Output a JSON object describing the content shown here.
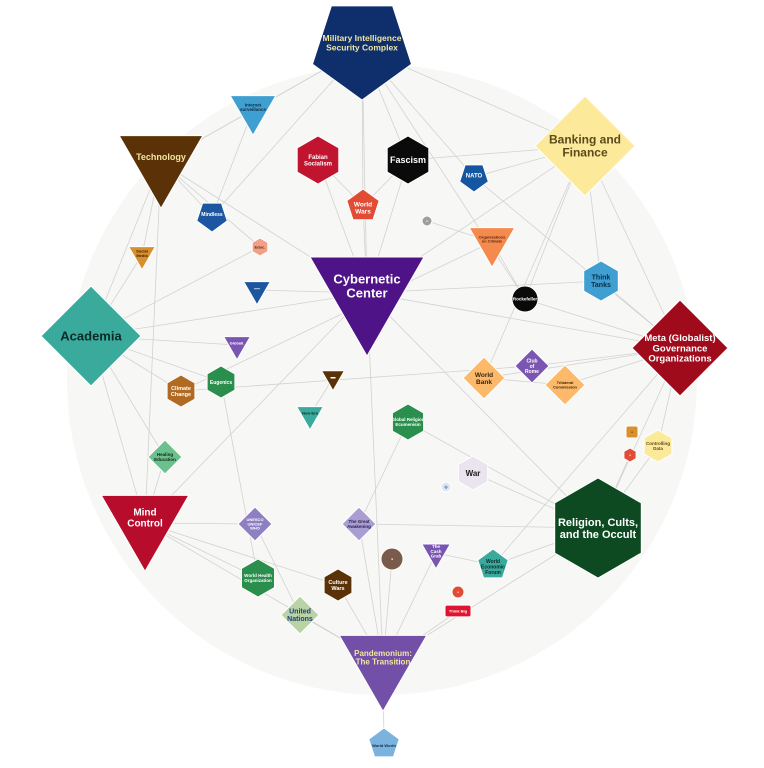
{
  "nodes": [
    {
      "id": "military",
      "label": [
        "Military Intelligence",
        "Security Complex"
      ],
      "color": "#0e2f6b",
      "text": "#f2e6a0"
    },
    {
      "id": "internet",
      "label": [
        "Internet",
        "surveillance"
      ],
      "color": "#3f9fd0",
      "text": "#0b2b45"
    },
    {
      "id": "technology",
      "label": [
        "Technology"
      ],
      "color": "#5b3208",
      "text": "#f2e6a0"
    },
    {
      "id": "fabian",
      "label": [
        "Fabian",
        "Socialism"
      ],
      "color": "#c0142f",
      "text": "#ffffff"
    },
    {
      "id": "fascism",
      "label": [
        "Fascism"
      ],
      "color": "#0a0a0a",
      "text": "#ffffff"
    },
    {
      "id": "nato",
      "label": [
        "NATO"
      ],
      "color": "#1456a0",
      "text": "#ffffff"
    },
    {
      "id": "banking",
      "label": [
        "Banking and",
        "Finance"
      ],
      "color": "#fde99a",
      "text": "#5b4a1a"
    },
    {
      "id": "world-wars",
      "label": [
        "World",
        "Wars"
      ],
      "color": "#e24c35",
      "text": "#ffffff"
    },
    {
      "id": "mindless",
      "label": [
        "Mindless"
      ],
      "color": "#1d56a0",
      "text": "#ffffff"
    },
    {
      "id": "tiny-grey",
      "label": [
        "●"
      ],
      "color": "#9e9e9e",
      "text": "#ffffff"
    },
    {
      "id": "org-climate",
      "label": [
        "Organizations",
        "on Climate"
      ],
      "color": "#f58a4e",
      "text": "#5a2a10"
    },
    {
      "id": "social-media",
      "label": [
        "Social",
        "Media"
      ],
      "color": "#d98f2c",
      "text": "#3a2410"
    },
    {
      "id": "salmon",
      "label": [
        "Educ."
      ],
      "color": "#f2a085",
      "text": "#5a2a10"
    },
    {
      "id": "cybernetic",
      "label": [
        "Cybernetic",
        "Center"
      ],
      "color": "#4e1487",
      "text": "#ffffff"
    },
    {
      "id": "think-tanks",
      "label": [
        "Think",
        "Tanks"
      ],
      "color": "#3f9fd0",
      "text": "#0b2b45"
    },
    {
      "id": "blue-tri",
      "label": [
        "—"
      ],
      "color": "#1d56a0",
      "text": "#ffffff"
    },
    {
      "id": "black-circle",
      "label": [
        "Rockefeller"
      ],
      "color": "#0a0a0a",
      "text": "#ffffff"
    },
    {
      "id": "academia",
      "label": [
        "Academia"
      ],
      "color": "#3aaa9c",
      "text": "#0b2a28"
    },
    {
      "id": "meta",
      "label": [
        "Meta (Globalist)",
        "Governance",
        "Organizations"
      ],
      "color": "#a00b1c",
      "text": "#ffffff"
    },
    {
      "id": "purple-small",
      "label": [
        "Globali."
      ],
      "color": "#7a55b2",
      "text": "#ffffff"
    },
    {
      "id": "club-rome",
      "label": [
        "Club",
        "of",
        "Rome"
      ],
      "color": "#7a55b2",
      "text": "#ffffff"
    },
    {
      "id": "climate-change",
      "label": [
        "Climate",
        "Change"
      ],
      "color": "#b06a22",
      "text": "#ffffff"
    },
    {
      "id": "eugenics",
      "label": [
        "Eugenics"
      ],
      "color": "#2a8f4d",
      "text": "#ffffff"
    },
    {
      "id": "brown-tri",
      "label": [
        "▬"
      ],
      "color": "#5b3208",
      "text": "#ffffff"
    },
    {
      "id": "world-bank",
      "label": [
        "World",
        "Bank"
      ],
      "color": "#fcb96a",
      "text": "#3a2410"
    },
    {
      "id": "trilateral",
      "label": [
        "Trilateral",
        "Commission"
      ],
      "color": "#fcb96a",
      "text": "#3a2410"
    },
    {
      "id": "teal-tri",
      "label": [
        "New Era"
      ],
      "color": "#3aaa9c",
      "text": "#0b2a28"
    },
    {
      "id": "global-religion",
      "label": [
        "Global Religion",
        "Ecumenism"
      ],
      "color": "#2a8f4d",
      "text": "#ffffff"
    },
    {
      "id": "orange-small",
      "label": [
        "●"
      ],
      "color": "#d98f2c",
      "text": "#3a2410"
    },
    {
      "id": "controlling-data",
      "label": [
        "Controlling",
        "Data"
      ],
      "color": "#fde99a",
      "text": "#5b4a1a"
    },
    {
      "id": "red-small",
      "label": [
        "●"
      ],
      "color": "#e24c35",
      "text": "#ffffff"
    },
    {
      "id": "healing-education",
      "label": [
        "Healing",
        "Education"
      ],
      "color": "#6cc08e",
      "text": "#0b2a1a"
    },
    {
      "id": "war-img",
      "label": [
        "War"
      ],
      "color": "#e9e4ee",
      "text": "#1a1a1a"
    },
    {
      "id": "globe-small",
      "label": [
        "◎"
      ],
      "color": "#dfe6f2",
      "text": "#1d56a0"
    },
    {
      "id": "mind-control",
      "label": [
        "Mind",
        "Control"
      ],
      "color": "#b80c2c",
      "text": "#ffffff"
    },
    {
      "id": "religion",
      "label": [
        "Religion, Cults,",
        "and the Occult"
      ],
      "color": "#0d4a22",
      "text": "#ffffff"
    },
    {
      "id": "unesco",
      "label": [
        "UNESCO",
        "UNICEF",
        "WHO"
      ],
      "color": "#8e7ec2",
      "text": "#ffffff"
    },
    {
      "id": "great-awakening",
      "label": [
        "The Great",
        "Awakening"
      ],
      "color": "#a89ed2",
      "text": "#2a1a4a"
    },
    {
      "id": "photo-circle",
      "label": [
        "●"
      ],
      "color": "#7a5a4a",
      "text": "#ffffff"
    },
    {
      "id": "cash-grab",
      "label": [
        "The",
        "Cash",
        "Grab"
      ],
      "color": "#7a55b2",
      "text": "#ffffff"
    },
    {
      "id": "wef",
      "label": [
        "World",
        "Economic",
        "Forum"
      ],
      "color": "#3aaa9c",
      "text": "#0b2a28"
    },
    {
      "id": "who",
      "label": [
        "World Health",
        "Organization"
      ],
      "color": "#2a8f4d",
      "text": "#ffffff"
    },
    {
      "id": "culture-wars",
      "label": [
        "Culture",
        "Wars"
      ],
      "color": "#5b3208",
      "text": "#ffffff"
    },
    {
      "id": "pink-small",
      "label": [
        "●"
      ],
      "color": "#e24c35",
      "text": "#ffffff"
    },
    {
      "id": "red-rect",
      "label": [
        "Think Big"
      ],
      "color": "#e0142f",
      "text": "#ffffff"
    },
    {
      "id": "united-nations",
      "label": [
        "United",
        "Nations"
      ],
      "color": "#b9d2a6",
      "text": "#1d3f7a"
    },
    {
      "id": "pandemonium",
      "label": [
        "Pandemonium:",
        "The Transition"
      ],
      "color": "#7350a8",
      "text": "#f2e6a0"
    },
    {
      "id": "world-worth",
      "label": [
        "World Worth"
      ],
      "color": "#7ab3de",
      "text": "#0b2b45"
    }
  ],
  "edges": [
    [
      "cybernetic",
      "military"
    ],
    [
      "cybernetic",
      "banking"
    ],
    [
      "cybernetic",
      "technology"
    ],
    [
      "cybernetic",
      "academia"
    ],
    [
      "cybernetic",
      "meta"
    ],
    [
      "cybernetic",
      "religion"
    ],
    [
      "cybernetic",
      "mind-control"
    ],
    [
      "cybernetic",
      "pandemonium"
    ],
    [
      "cybernetic",
      "fascism"
    ],
    [
      "cybernetic",
      "fabian"
    ],
    [
      "cybernetic",
      "world-wars"
    ],
    [
      "cybernetic",
      "think-tanks"
    ],
    [
      "military",
      "internet"
    ],
    [
      "military",
      "nato"
    ],
    [
      "military",
      "technology"
    ],
    [
      "military",
      "fascism"
    ],
    [
      "military",
      "world-wars"
    ],
    [
      "military",
      "black-circle"
    ],
    [
      "military",
      "banking"
    ],
    [
      "military",
      "mindless"
    ],
    [
      "technology",
      "internet"
    ],
    [
      "technology",
      "social-media"
    ],
    [
      "technology",
      "mindless"
    ],
    [
      "technology",
      "academia"
    ],
    [
      "technology",
      "mind-control"
    ],
    [
      "technology",
      "salmon"
    ],
    [
      "banking",
      "world-bank"
    ],
    [
      "banking",
      "black-circle"
    ],
    [
      "banking",
      "think-tanks"
    ],
    [
      "banking",
      "meta"
    ],
    [
      "banking",
      "fascism"
    ],
    [
      "banking",
      "nato"
    ],
    [
      "meta",
      "think-tanks"
    ],
    [
      "meta",
      "club-rome"
    ],
    [
      "meta",
      "trilateral"
    ],
    [
      "meta",
      "controlling-data"
    ],
    [
      "meta",
      "religion"
    ],
    [
      "meta",
      "wef"
    ],
    [
      "meta",
      "world-bank"
    ],
    [
      "meta",
      "black-circle"
    ],
    [
      "religion",
      "global-religion"
    ],
    [
      "religion",
      "war-img"
    ],
    [
      "religion",
      "wef"
    ],
    [
      "religion",
      "pandemonium"
    ],
    [
      "religion",
      "great-awakening"
    ],
    [
      "religion",
      "controlling-data"
    ],
    [
      "religion",
      "red-small"
    ],
    [
      "academia",
      "eugenics"
    ],
    [
      "academia",
      "climate-change"
    ],
    [
      "academia",
      "healing-education"
    ],
    [
      "academia",
      "purple-small"
    ],
    [
      "academia",
      "social-media"
    ],
    [
      "academia",
      "mind-control"
    ],
    [
      "academia",
      "salmon"
    ],
    [
      "mind-control",
      "unesco"
    ],
    [
      "mind-control",
      "who"
    ],
    [
      "mind-control",
      "healing-education"
    ],
    [
      "mind-control",
      "culture-wars"
    ],
    [
      "mind-control",
      "pandemonium"
    ],
    [
      "pandemonium",
      "united-nations"
    ],
    [
      "pandemonium",
      "culture-wars"
    ],
    [
      "pandemonium",
      "cash-grab"
    ],
    [
      "pandemonium",
      "world-worth"
    ],
    [
      "pandemonium",
      "red-rect"
    ],
    [
      "pandemonium",
      "great-awakening"
    ],
    [
      "pandemonium",
      "photo-circle"
    ],
    [
      "world-wars",
      "fabian"
    ],
    [
      "world-wars",
      "fascism"
    ],
    [
      "org-climate",
      "climate-change"
    ],
    [
      "org-climate",
      "black-circle"
    ],
    [
      "club-rome",
      "climate-change"
    ],
    [
      "trilateral",
      "world-bank"
    ],
    [
      "brown-tri",
      "teal-tri"
    ],
    [
      "global-religion",
      "great-awakening"
    ],
    [
      "eugenics",
      "who"
    ],
    [
      "unesco",
      "united-nations"
    ],
    [
      "wef",
      "cash-grab"
    ],
    [
      "nato",
      "meta"
    ],
    [
      "internet",
      "mindless"
    ],
    [
      "blue-tri",
      "cybernetic"
    ],
    [
      "tiny-grey",
      "org-climate"
    ]
  ]
}
